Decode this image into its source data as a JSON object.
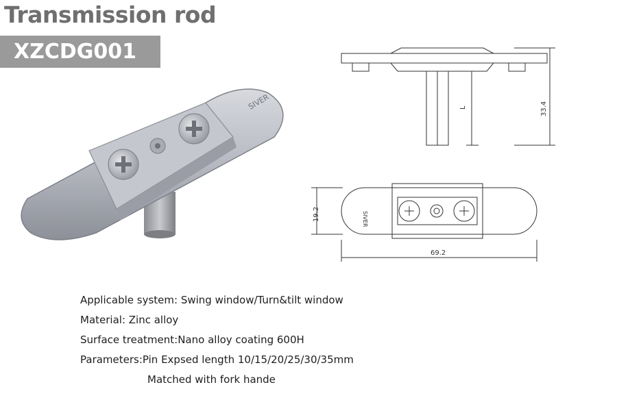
{
  "header": {
    "title": "Transmission rod",
    "model_code": "XZCDG001"
  },
  "drawing": {
    "height_dim": "33.4",
    "pin_dim": "L",
    "width_dim": "19.2",
    "length_dim": "69.2",
    "logo_text": "SIVER"
  },
  "specs": [
    "Applicable system: Swing window/Turn&tilt window",
    "Material: Zinc alloy",
    "Surface treatment:Nano alloy coating 600H",
    "Parameters:Pin Expsed length 10/15/20/25/30/35mm",
    "Matched with fork hande"
  ],
  "colors": {
    "title": "#6f6f6f",
    "badge_bg": "#9a9a9a",
    "metal": "#b9bcc4"
  }
}
